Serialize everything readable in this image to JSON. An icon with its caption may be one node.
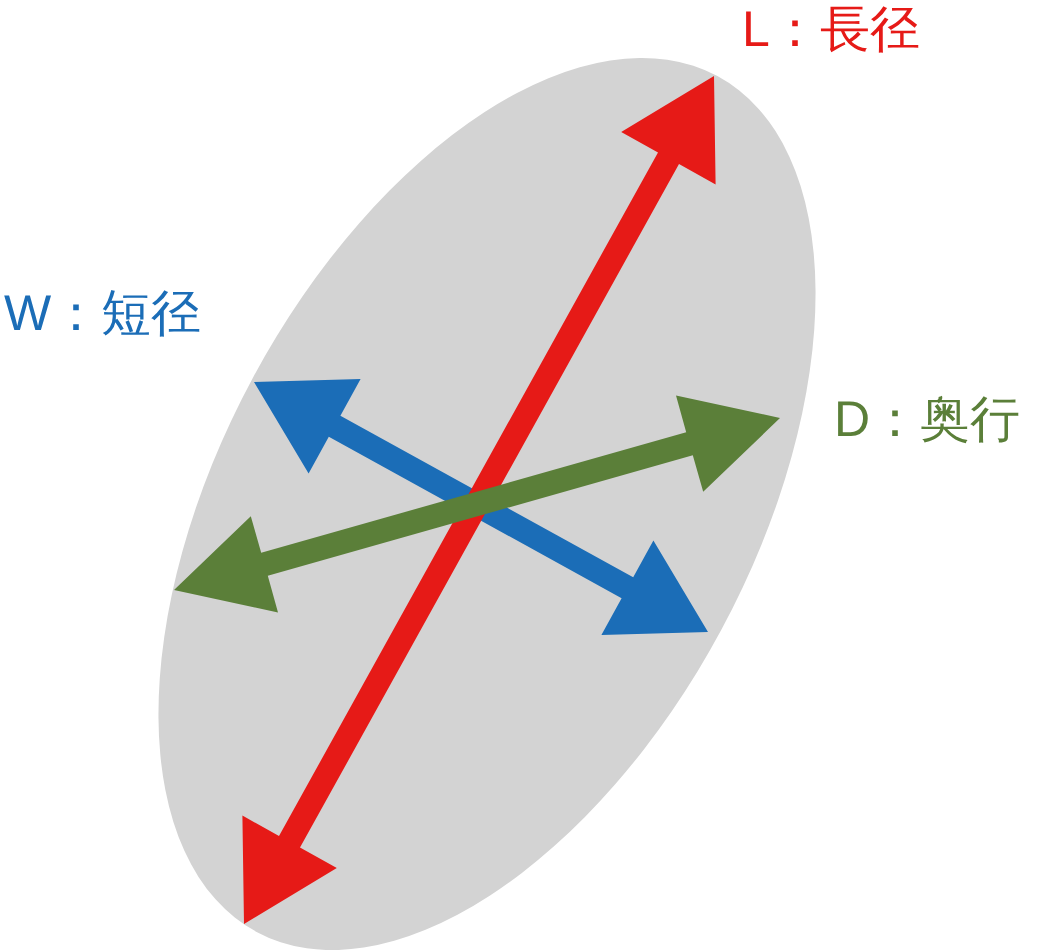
{
  "diagram": {
    "labels": [
      "L：長径",
      "W：短径",
      "D：奥行"
    ]
  }
}
